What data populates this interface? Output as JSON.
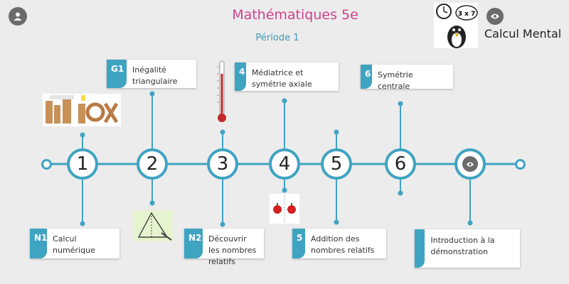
{
  "header": {
    "title": "Mathématiques 5e",
    "subtitle": "Période 1",
    "calcul_mental_label": "Calcul Mental",
    "calcul_mental_badge": "3 x 7"
  },
  "colors": {
    "accent": "#3fa3c2",
    "title": "#d0408c",
    "subtitle": "#3a9ab8"
  },
  "timeline": {
    "nodes": [
      "1",
      "2",
      "3",
      "4",
      "5",
      "6"
    ],
    "last_node_icon": "eye-icon"
  },
  "cards_top": [
    {
      "tab": "G1",
      "text": "Inégalité triangulaire"
    },
    {
      "tab": "4",
      "text": "Médiatrice et symétrie axiale"
    },
    {
      "tab": "6",
      "text": "Symétrie centrale"
    }
  ],
  "cards_bottom": [
    {
      "tab": "N1",
      "text": "Calcul numérique"
    },
    {
      "tab": "N2",
      "text": "Découvrir les nombres relatifs"
    },
    {
      "tab": "5",
      "text": "Addition des nombres relatifs"
    },
    {
      "tab": "",
      "text": "Introduction à la démonstration"
    }
  ]
}
